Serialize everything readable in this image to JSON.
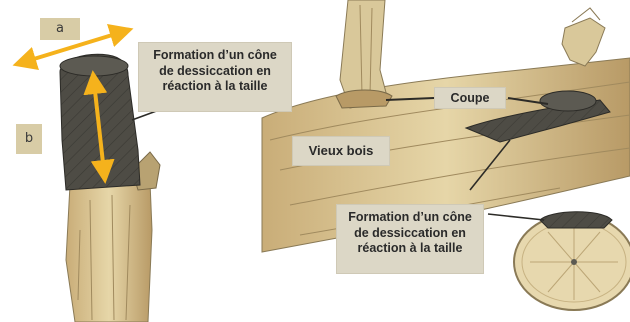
{
  "labels": {
    "dimension_a": "a",
    "dimension_b": "b",
    "cone_left": "Formation d’un cône de dessiccation en réaction à la taille",
    "cone_right": "Formation d’un cône de dessiccation en réaction à la taille",
    "cut": "Coupe",
    "old_wood": "Vieux bois"
  },
  "colors": {
    "arrow": "#f5b21c",
    "label_bg": "#dcd7c6",
    "letter_bg": "#d8cca6",
    "dry_cone": "#4e4c45",
    "wood_light": "#e6d6a8",
    "wood_mid": "#cdb27d",
    "wood_dark": "#8a7a56"
  }
}
